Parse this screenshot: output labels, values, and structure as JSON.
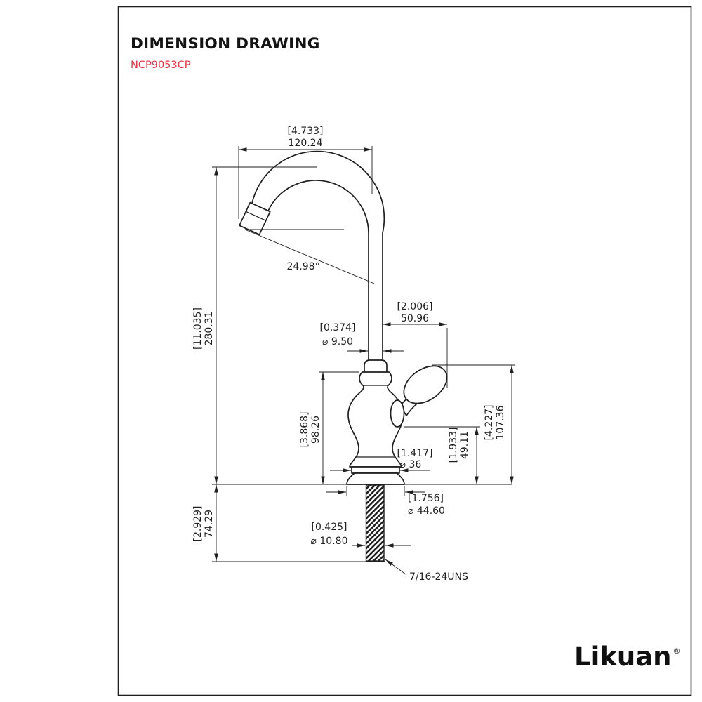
{
  "header": {
    "title": "DIMENSION DRAWING",
    "model": "NCP9053CP"
  },
  "dims": {
    "top_width": {
      "in": "[4.733]",
      "mm": "120.24"
    },
    "angle": "24.98°",
    "reach": {
      "in": "[2.006]",
      "mm": "50.96"
    },
    "spout_dia": {
      "in": "[0.374]",
      "mm": "⌀ 9.50"
    },
    "overall_height": {
      "in": "[11.035]",
      "mm": "280.31"
    },
    "under_counter": {
      "in": "[2.929]",
      "mm": "74.29"
    },
    "body_height": {
      "in": "[3.868]",
      "mm": "98.26"
    },
    "body_dia": {
      "in": "[1.417]",
      "mm": "⌀ 36"
    },
    "handle_height": {
      "in": "[1.933]",
      "mm": "49.11"
    },
    "handle_top_height": {
      "in": "[4.227]",
      "mm": "107.36"
    },
    "base_dia": {
      "in": "[1.756]",
      "mm": "⌀ 44.60"
    },
    "shank_dia": {
      "in": "[0.425]",
      "mm": "⌀ 10.80"
    },
    "thread": "7/16-24UNS"
  },
  "logo": {
    "name": "Likuan",
    "reg": "®"
  },
  "colors": {
    "line": "#1f1f1f",
    "accent_red": "#e8313f"
  }
}
